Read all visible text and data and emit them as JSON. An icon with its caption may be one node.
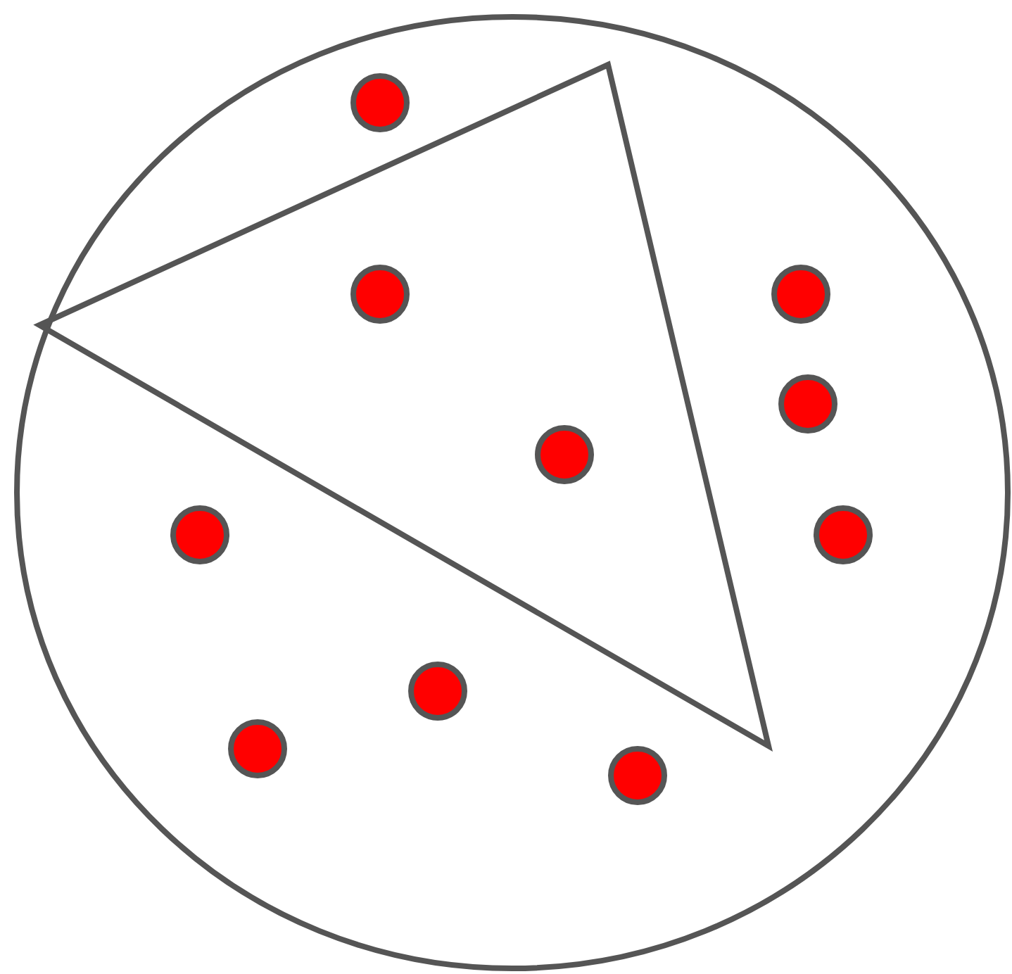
{
  "diagram": {
    "nodes": [
      {
        "text": [],
        "shape": "circle"
      },
      {
        "text": [],
        "shape": "triangle",
        "in": 0
      },
      {
        "text": [],
        "shape": "circle",
        "in": 0
      },
      {
        "text": [],
        "shape": "circle",
        "in": 1
      },
      {
        "text": [],
        "shape": "circle",
        "in": 0
      },
      {
        "text": [],
        "shape": "circle",
        "in": 0
      },
      {
        "text": [],
        "shape": "circle",
        "in": 1
      },
      {
        "text": [],
        "shape": "circle",
        "in": 0
      },
      {
        "text": [],
        "shape": "circle",
        "in": 0
      },
      {
        "text": [],
        "shape": "circle",
        "in": 0
      },
      {
        "text": [],
        "shape": "circle",
        "in": 0
      },
      {
        "text": [],
        "shape": "circle",
        "in": 0
      }
    ]
  }
}
